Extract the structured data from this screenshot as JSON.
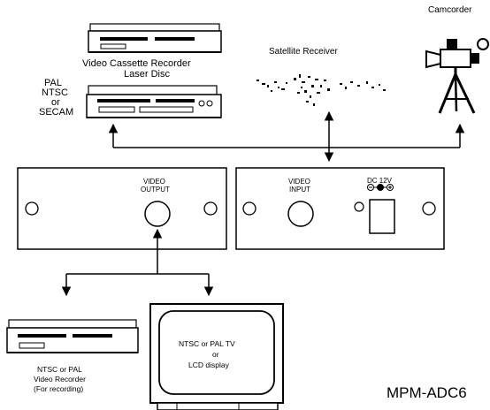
{
  "sources": {
    "vcr_label": "Video Cassette Recorder",
    "laser_disc_label": "Laser Disc",
    "standards": [
      "PAL",
      "NTSC",
      "or",
      "SECAM"
    ],
    "satellite_label": "Satellite Receiver",
    "camcorder_label": "Camcorder"
  },
  "output_panel": {
    "label_line1": "VIDEO",
    "label_line2": "OUTPUT"
  },
  "input_panel": {
    "label_line1": "VIDEO",
    "label_line2": "INPUT",
    "power_label": "DC 12V"
  },
  "destinations": {
    "recorder_lines": [
      "NTSC or PAL",
      "Video Recorder",
      "(For recording)"
    ],
    "tv_lines": [
      "NTSC or PAL TV",
      "or",
      "LCD display"
    ]
  },
  "model": "MPM-ADC6"
}
